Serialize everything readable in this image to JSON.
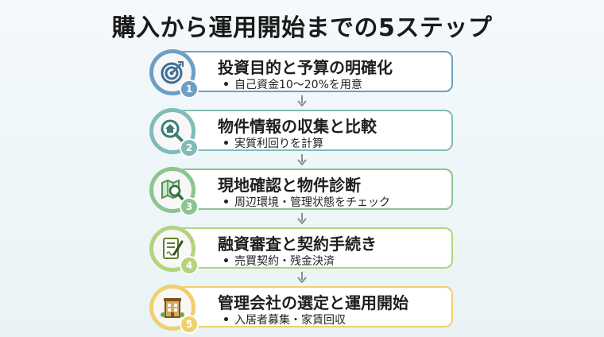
{
  "title": "購入から運用開始までの5ステップ",
  "colors": {
    "step1": "#6d9fc4",
    "step2": "#7fbcb8",
    "step3": "#8cc590",
    "step4": "#b4d37c",
    "step5": "#f0cf6d",
    "arrow": "#8a8f92"
  },
  "steps": [
    {
      "number": "1",
      "title": "投資目的と予算の明確化",
      "detail": "自己資金10〜20%を用意",
      "icon": "target-icon"
    },
    {
      "number": "2",
      "title": "物件情報の収集と比較",
      "detail": "実質利回りを計算",
      "icon": "house-search-icon"
    },
    {
      "number": "3",
      "title": "現地確認と物件診断",
      "detail": "周辺環境・管理状態をチェック",
      "icon": "map-search-icon"
    },
    {
      "number": "4",
      "title": "融資審査と契約手続き",
      "detail": "売買契約・残金決済",
      "icon": "contract-pen-icon"
    },
    {
      "number": "5",
      "title": "管理会社の選定と運用開始",
      "detail": "入居者募集・家賃回収",
      "icon": "building-icon"
    }
  ],
  "bullet": "•"
}
